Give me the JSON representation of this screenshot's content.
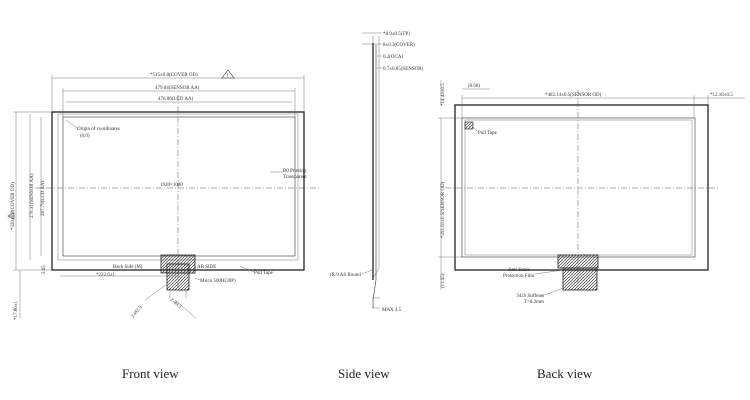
{
  "front": {
    "cover_od": "*515±0.8(COVER OD)",
    "sensor_aa": "479.04(SENSOR AA)",
    "lcd_aa": "476.06(LCD AA)",
    "origin_label": "Origin of coordinates",
    "origin_value": "(0,0)",
    "resolution": "1920×1080",
    "printing": "B0 Printing",
    "printing_sub": "Transparent",
    "height_cover": "*320±0.8(COVER OD)",
    "height_sensor": "270.31(SENSOR AA)",
    "height_lcd": "267.79(LCD AA)",
    "dim_bottom": "*222.6±1",
    "dim_left": "*17.86±1",
    "dim_small_left": "3.65",
    "back_side": "Back Side (M)",
    "ab_side": "AB SIDE",
    "mirco": "Mirco 500H(30P)",
    "pull_tape": "Pull Tape",
    "fpc_dim1": "2-Ø2.0",
    "fpc_dim2": "2-40.5"
  },
  "side": {
    "tp": "*8.9±0.5(TP)",
    "cover": "8±0.3(COVER)",
    "oca": "0.2(OCA)",
    "sensor": "0.7±0.05(SENSOR)",
    "round": "(R.9 All Round",
    "max": "MAX 4.5"
  },
  "back": {
    "sensor_od": "*483.14±0.5(SENSOR OD)",
    "dim_068": "(0.68)",
    "dim_right": "*12.18±0.5",
    "dim_top_left": "*14.43±0.5",
    "height_sensor": "*291.61±0.5(SENSOR OD)",
    "dim_bottom_left": "(11.95)",
    "pull_tape": "Pull Tape",
    "anti_static": "Anti-Static",
    "protection": "Protection Film",
    "stiffener": "SUS Stiffener",
    "stiffener_thk": "T=0.2mm"
  },
  "captions": {
    "front": "Front view",
    "side": "Side view",
    "back": "Back view"
  }
}
